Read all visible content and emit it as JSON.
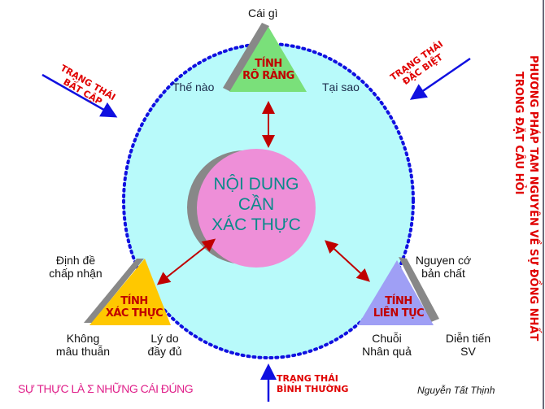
{
  "top": {
    "apex_label": "Cái gì",
    "left_label": "Thế nào",
    "right_label": "Tại sao",
    "title_line1": "TÍNH",
    "title_line2": "RÕ RÀNG"
  },
  "center": {
    "line1": "NỘI DUNG",
    "line2": "CẦN",
    "line3": "XÁC THỰC"
  },
  "left": {
    "apex_label_line1": "Định đề",
    "apex_label_line2": "chấp nhận",
    "bottom_left_line1": "Không",
    "bottom_left_line2": "mâu thuẫn",
    "bottom_right_line1": "Lý do",
    "bottom_right_line2": "đầy đủ",
    "title_line1": "TÍNH",
    "title_line2": "XÁC THỰC"
  },
  "right": {
    "apex_label_line1": "Nguyen cớ",
    "apex_label_line2": "bản chất",
    "bottom_left_line1": "Chuỗi",
    "bottom_left_line2": "Nhân quả",
    "bottom_right_line1": "Diễn tiến",
    "bottom_right_line2": "SV",
    "title_line1": "TÍNH",
    "title_line2": "LIÊN TỤC"
  },
  "states": {
    "bat_cap_line1": "TRẠNG THÁI",
    "bat_cap_line2": "BẤT CẬP",
    "dac_biet_line1": "TRẠNG THÁI",
    "dac_biet_line2": "ĐẶC BIỆT",
    "binh_thuong_line1": "TRẠNG THÁI",
    "binh_thuong_line2": "BÌNH THƯỜNG"
  },
  "side_title": {
    "line1": "PHƯƠNG PHÁP  TAM  NGUYÊN VỀ SỰ ĐỒNG NHẤT",
    "line2": "TRONG  ĐẶT CÂU HỎI"
  },
  "footer": {
    "motto": "SỰ THỰC LÀ Σ NHỮNG CÁI ĐÚNG",
    "author": "Nguyễn Tất Thịnh"
  },
  "colors": {
    "circle": "#b8fafa",
    "dots": "#1010e0",
    "core": "#ee8fd8",
    "top_triangle": "#7ae07a",
    "left_triangle": "#ffc800",
    "right_triangle": "#9f9ff5",
    "arrow_red": "#c00000",
    "arrow_blue": "#1010e0"
  }
}
